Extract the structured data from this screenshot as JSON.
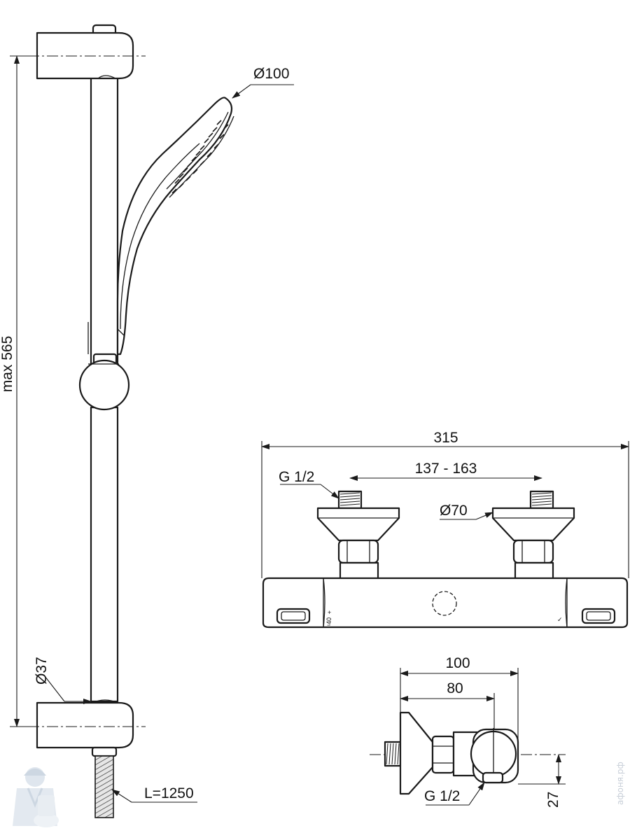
{
  "labels": {
    "max_height": "max 565",
    "hand_shower_diameter": "Ø100",
    "rail_diameter": "Ø37",
    "hose_length": "L=1250",
    "body_width": "315",
    "centers": "137 - 163",
    "inlet_thread": "G 1/2",
    "flange_diameter": "Ø70",
    "depth_total": "100",
    "depth_inlet": "80",
    "outlet_thread": "G 1/2",
    "outlet_offset": "27",
    "temp_mark": "40",
    "plus_mark": "+",
    "minus_mark": "−",
    "check_mark": "✓"
  },
  "watermark": {
    "text": "афоня.рф"
  }
}
